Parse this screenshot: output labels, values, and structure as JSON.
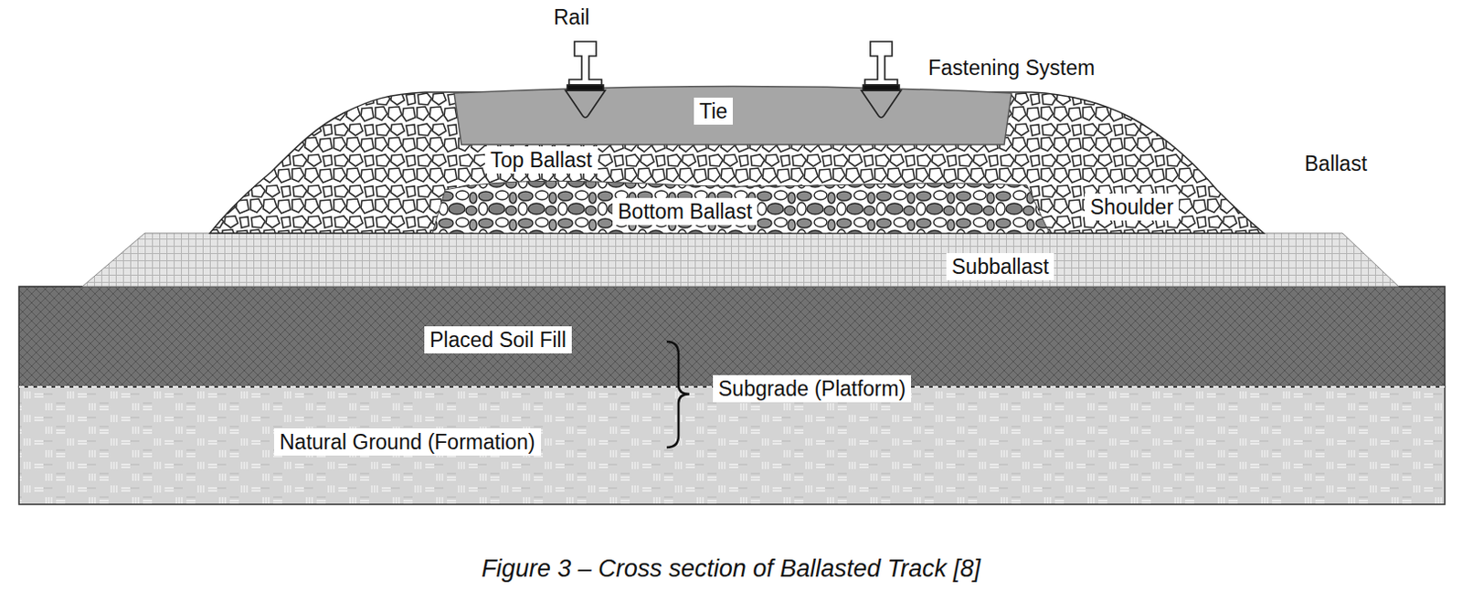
{
  "diagram": {
    "caption": "Figure 3 – Cross section of Ballasted Track [8]",
    "labels": [
      "Rail",
      "Fastening System",
      "Tie",
      "Top Ballast",
      "Ballast",
      "Bottom Ballast",
      "Shoulder",
      "Subballast",
      "Placed Soil Fill",
      "Subgrade (Platform)",
      "Natural Ground (Formation)"
    ]
  }
}
